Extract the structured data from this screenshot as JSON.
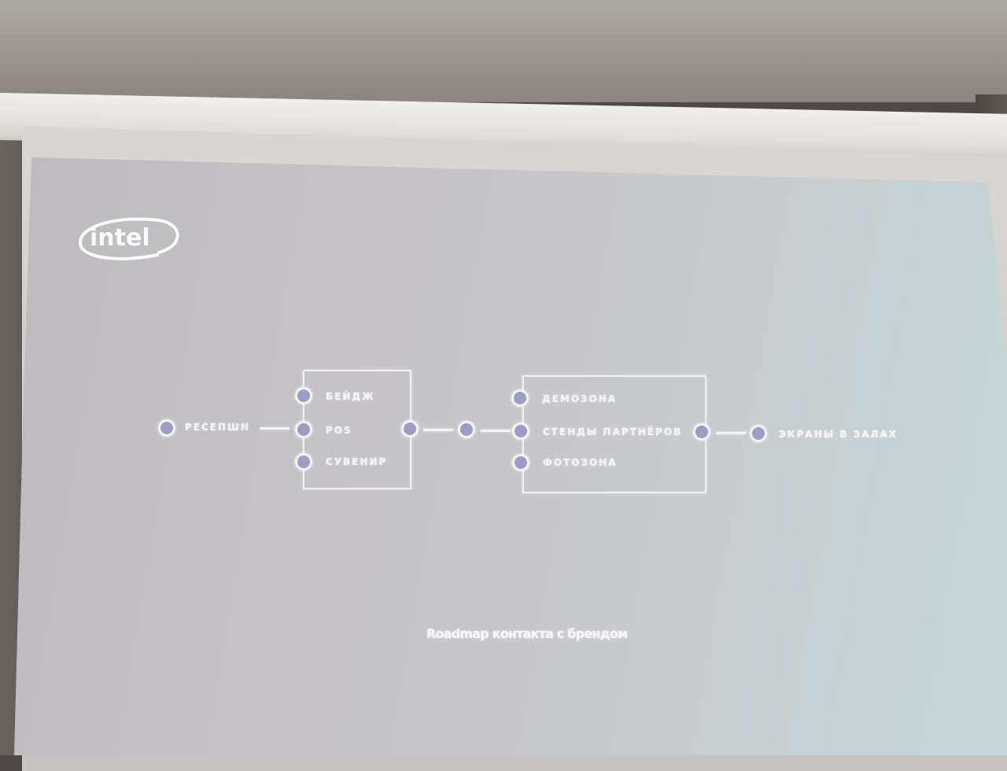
{
  "logo": {
    "text": "intel"
  },
  "diagram": {
    "start": "РЕСЕПШН",
    "group1": [
      "БЕЙДЖ",
      "POS",
      "СУВЕНИР"
    ],
    "group2": [
      "ДЕМОЗОНА",
      "СТЕНДЫ ПАРТНЁРОВ",
      "ФОТОЗОНА"
    ],
    "end": "ЭКРАНЫ В ЗАЛАХ"
  },
  "caption": "Roadmap контакта с брендом",
  "colors": {
    "node_fill": "#9c9dc4",
    "line": "#f3f3f5"
  }
}
